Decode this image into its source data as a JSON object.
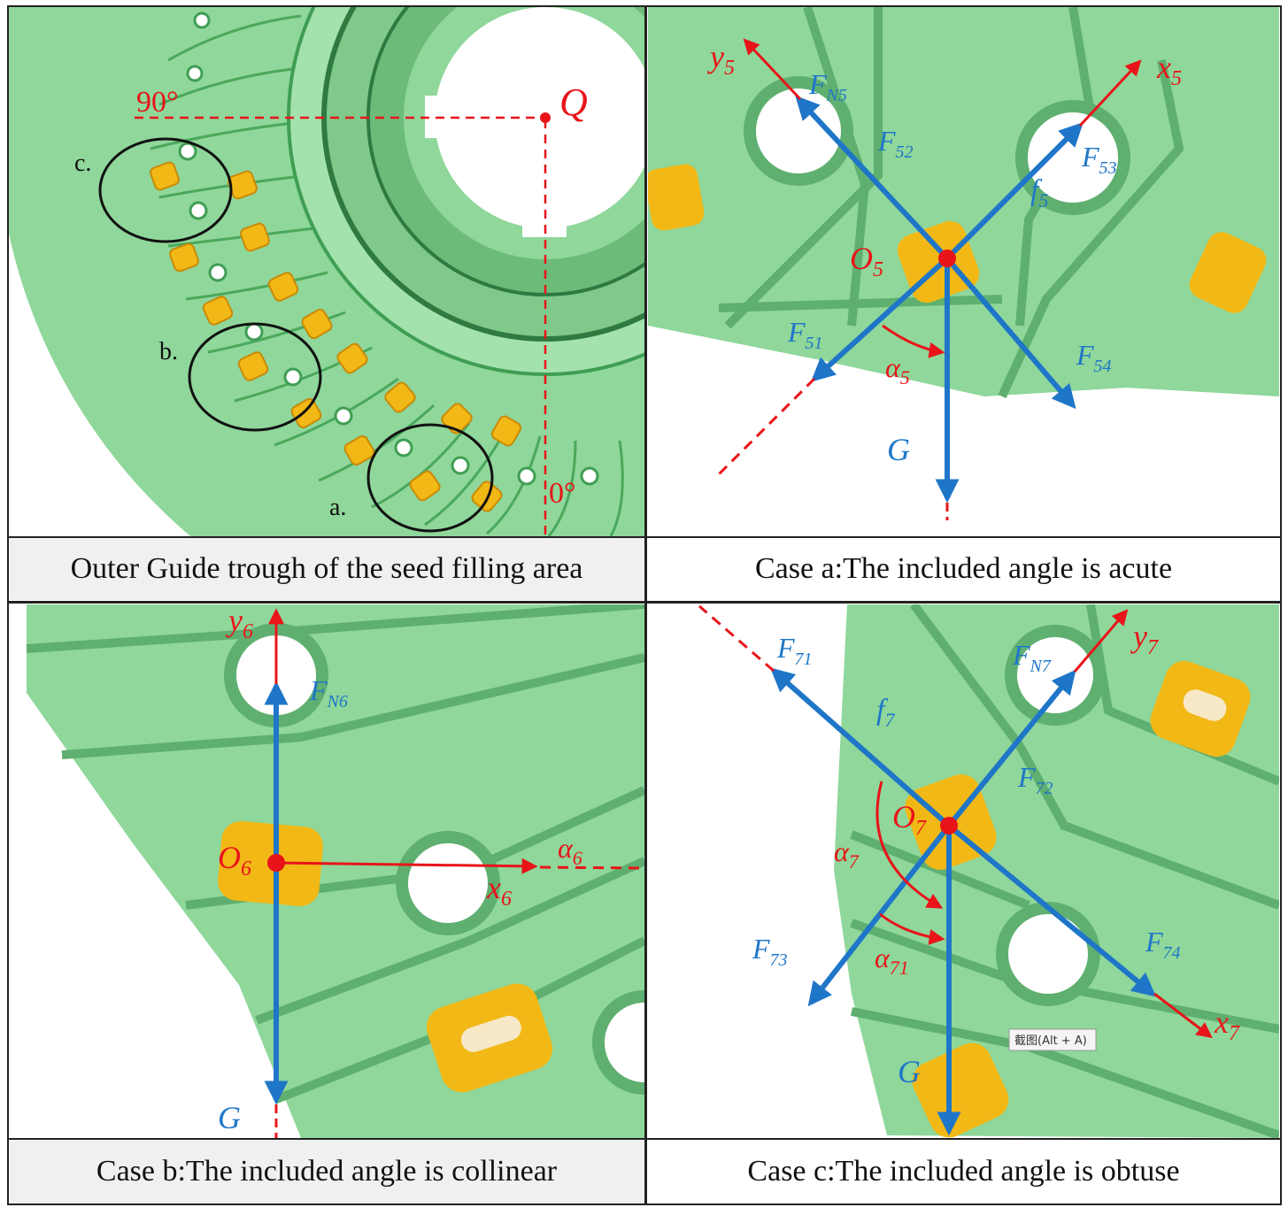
{
  "colors": {
    "plate": "#8fd79a",
    "plate_dark": "#3f9e53",
    "seed": "#f2b816",
    "force": "#1f76c8",
    "axis": "#e8141a",
    "caption_bg": "#f0f0f0"
  },
  "panel_1": {
    "caption": "Outer Guide trough of the seed filling area",
    "angle_90": "90°",
    "angle_0": "0°",
    "center": "Q",
    "circle_a": "a.",
    "circle_b": "b.",
    "circle_c": "c."
  },
  "panel_2": {
    "caption": "Case a:The included angle is acute",
    "y": "y",
    "y_sub": "5",
    "x": "x",
    "x_sub": "5",
    "fn": "F",
    "fn_sub": "N5",
    "f52": "F",
    "f52_sub": "52",
    "f53": "F",
    "f53_sub": "53",
    "f_fric": "f",
    "f_fric_sub": "5",
    "origin": "O",
    "origin_sub": "5",
    "f51": "F",
    "f51_sub": "51",
    "alpha": "α",
    "alpha_sub": "5",
    "f54": "F",
    "f54_sub": "54",
    "g": "G"
  },
  "panel_3": {
    "caption": "Case b:The included angle is collinear",
    "y": "y",
    "y_sub": "6",
    "fn": "F",
    "fn_sub": "N6",
    "origin": "O",
    "origin_sub": "6",
    "x": "x",
    "x_sub": "6",
    "alpha": "α",
    "alpha_sub": "6",
    "g": "G"
  },
  "panel_4": {
    "caption": "Case c:The included angle is obtuse",
    "f71": "F",
    "f71_sub": "71",
    "fn": "F",
    "fn_sub": "N7",
    "y": "y",
    "y_sub": "7",
    "f_fric": "f",
    "f_fric_sub": "7",
    "f72": "F",
    "f72_sub": "72",
    "origin": "O",
    "origin_sub": "7",
    "alpha": "α",
    "alpha_sub": "7",
    "f73": "F",
    "f73_sub": "73",
    "alpha71": "α",
    "alpha71_sub": "71",
    "f74": "F",
    "f74_sub": "74",
    "x": "x",
    "x_sub": "7",
    "g": "G",
    "tooltip": "截图(Alt + A)"
  }
}
